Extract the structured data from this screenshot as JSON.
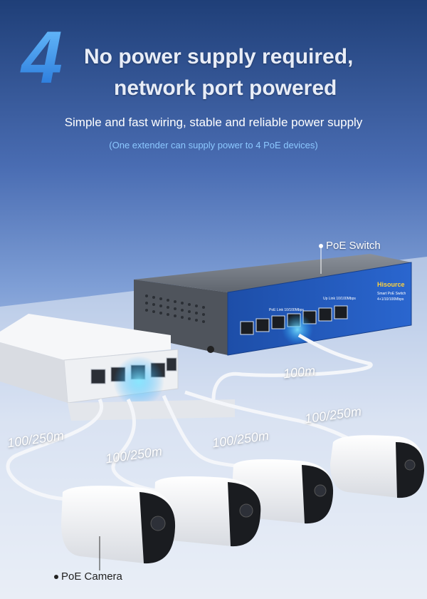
{
  "headline": {
    "number": "4",
    "line1": "No power supply required,",
    "line2": "network port powered"
  },
  "subheadline": "Simple and fast wiring, stable and reliable power supply",
  "note": "(One extender can supply power to 4 PoE devices)",
  "labels": {
    "switch": "PoE Switch",
    "camera": "PoE Camera"
  },
  "switch_face": {
    "brand": "Hisource",
    "model": "Smart PoE Switch",
    "spec": "4+1/10/100Mbps",
    "poe_ports": "PoE Link 10/100Mbps",
    "uplink": "Up Link 10/100Mbps"
  },
  "distances": {
    "uplink": "100m",
    "cam1": "100/250m",
    "cam2": "100/250m",
    "cam3": "100/250m",
    "cam4": "100/250m"
  },
  "colors": {
    "accent_blue": "#2a7de1",
    "note_blue": "#8cc8ff",
    "switch_panel": "#1f4fb0",
    "switch_body": "#6f757e"
  }
}
